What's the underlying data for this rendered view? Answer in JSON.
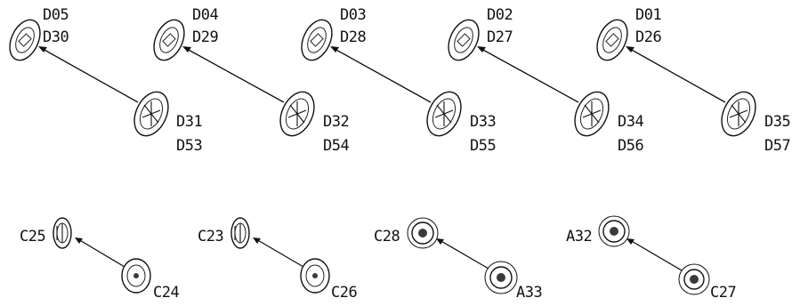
{
  "colors": {
    "ink": "#111111",
    "background": "#ffffff"
  },
  "top_row": [
    {
      "target_labels": [
        "D05",
        "D30"
      ],
      "part_labels": [
        "D31",
        "D53"
      ]
    },
    {
      "target_labels": [
        "D04",
        "D29"
      ],
      "part_labels": [
        "D32",
        "D54"
      ]
    },
    {
      "target_labels": [
        "D03",
        "D28"
      ],
      "part_labels": [
        "D33",
        "D55"
      ]
    },
    {
      "target_labels": [
        "D02",
        "D27"
      ],
      "part_labels": [
        "D34",
        "D56"
      ]
    },
    {
      "target_labels": [
        "D01",
        "D26"
      ],
      "part_labels": [
        "D35",
        "D57"
      ]
    }
  ],
  "bottom_row": [
    {
      "target_label": "C25",
      "part_label": "C24"
    },
    {
      "target_label": "C23",
      "part_label": "C26"
    },
    {
      "target_label": "C28",
      "part_label": "A33"
    },
    {
      "target_label": "A32",
      "part_label": "C27"
    }
  ]
}
